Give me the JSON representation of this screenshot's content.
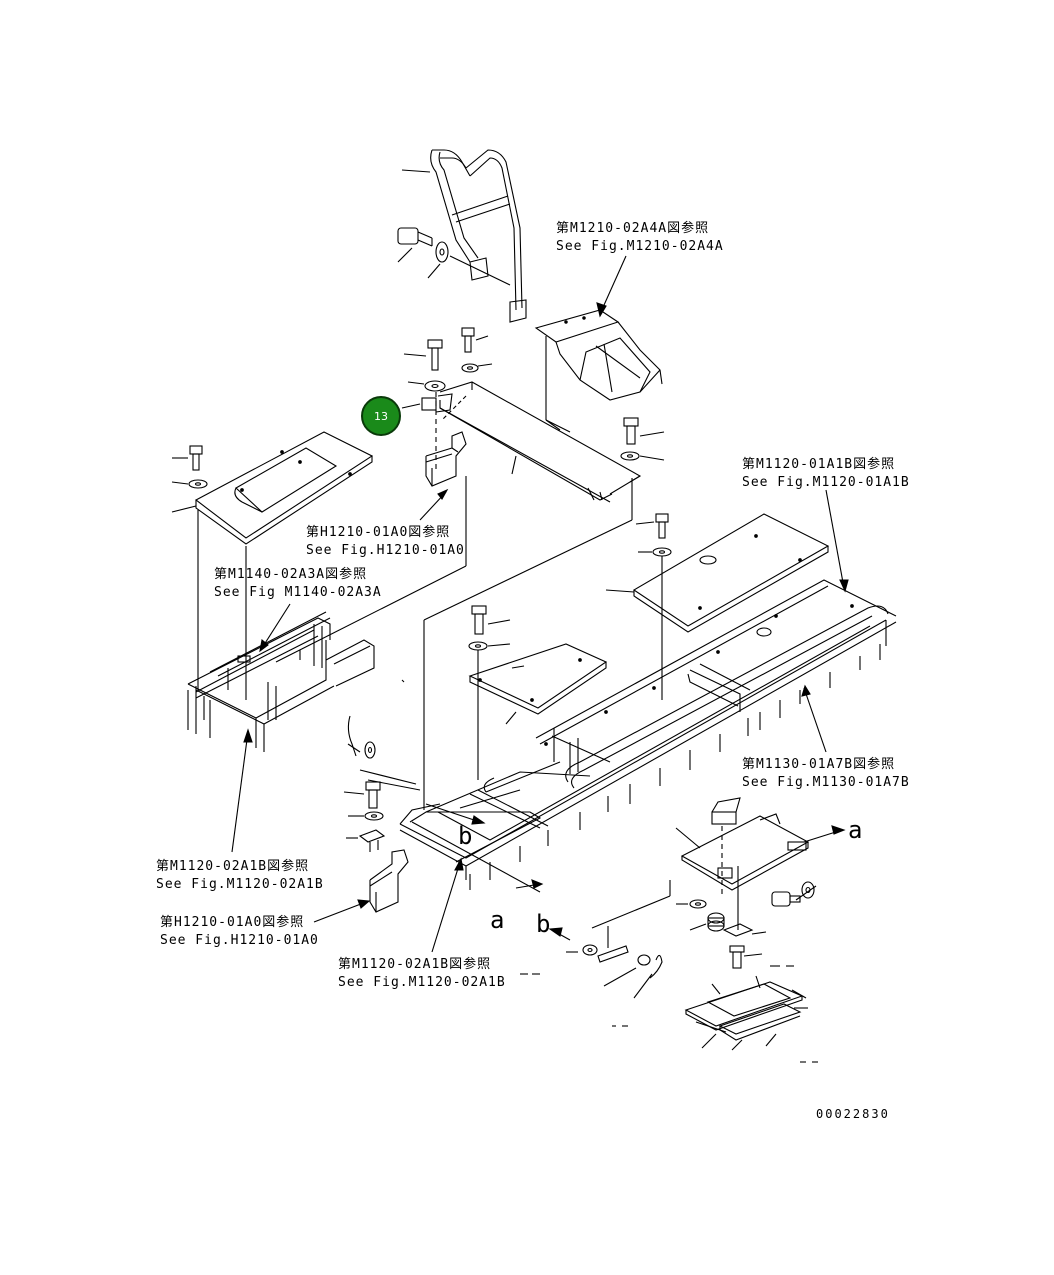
{
  "labels": {
    "m1210_02a4a_jp": "第M1210-02A4A図参照",
    "m1210_02a4a_en": "See Fig.M1210-02A4A",
    "h1210_01a0_top_jp": "第H1210-01A0図参照",
    "h1210_01a0_top_en": "See Fig.H1210-01A0",
    "m1140_02a3a_jp": "第M1140-02A3A図参照",
    "m1140_02a3a_en": "See Fig M1140-02A3A",
    "m1120_01a1b_jp": "第M1120-01A1B図参照",
    "m1120_01a1b_en": "See Fig.M1120-01A1B",
    "m1130_01a7b_jp": "第M1130-01A7B図参照",
    "m1130_01a7b_en": "See Fig.M1130-01A7B",
    "m1120_02a1b_left_jp": "第M1120-02A1B図参照",
    "m1120_02a1b_left_en": "See Fig.M1120-02A1B",
    "h1210_01a0_bottom_jp": "第H1210-01A0図参照",
    "h1210_01a0_bottom_en": "See Fig.H1210-01A0",
    "m1120_02a1b_center_jp": "第M1120-02A1B図参照",
    "m1120_02a1b_center_en": "See Fig.M1120-02A1B"
  },
  "view_markers": {
    "a_right": "a",
    "a_left": "a",
    "b_center": "b",
    "b_lower": "b"
  },
  "callout": {
    "number": "13",
    "color": "#1a8a1a"
  },
  "drawing_number": "00022830"
}
